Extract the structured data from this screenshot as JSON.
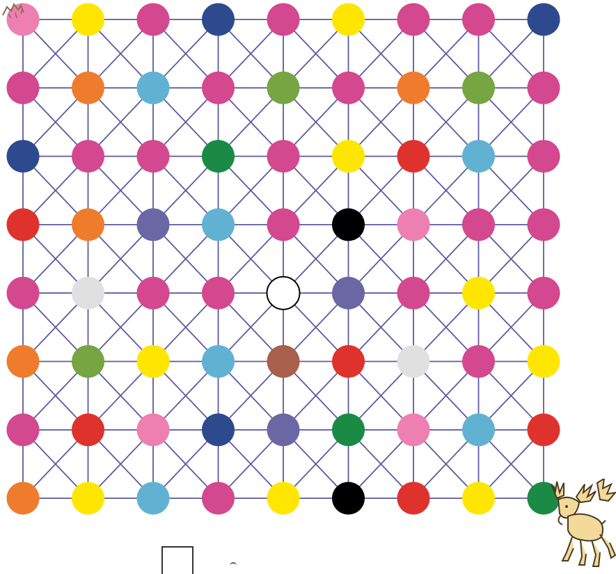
{
  "puzzle": {
    "rows": 8,
    "cols": 9,
    "palette": {
      "M": "#d4488f",
      "Y": "#ffe600",
      "N": "#2e4a8e",
      "P": "#ee7fb1",
      "O": "#ef7c2d",
      "C": "#61b2d2",
      "G": "#77a542",
      "D": "#1b8a44",
      "R": "#e0322d",
      "B": "#000000",
      "V": "#6b67a5",
      "L": "#e0e0e0",
      "W": "#ffffff",
      "T": "#a85f4b"
    },
    "grid": [
      [
        "P",
        "Y",
        "M",
        "N",
        "M",
        "Y",
        "M",
        "M",
        "N"
      ],
      [
        "M",
        "O",
        "C",
        "M",
        "G",
        "M",
        "O",
        "G",
        "M"
      ],
      [
        "N",
        "M",
        "M",
        "D",
        "M",
        "Y",
        "R",
        "C",
        "M"
      ],
      [
        "R",
        "O",
        "V",
        "C",
        "M",
        "B",
        "P",
        "M",
        "M"
      ],
      [
        "M",
        "L",
        "M",
        "M",
        "W",
        "V",
        "M",
        "Y",
        "M"
      ],
      [
        "O",
        "G",
        "Y",
        "C",
        "T",
        "R",
        "L",
        "M",
        "Y"
      ],
      [
        "M",
        "R",
        "P",
        "N",
        "V",
        "D",
        "P",
        "C",
        "R"
      ],
      [
        "O",
        "Y",
        "C",
        "M",
        "Y",
        "B",
        "R",
        "Y",
        "D"
      ]
    ],
    "start": {
      "row": 0,
      "col": 0,
      "character": "corner-critter"
    },
    "goal": {
      "row": 7,
      "col": 8,
      "character": "moose"
    },
    "line_color": "#5b5a9e"
  },
  "answer": {
    "value": ""
  }
}
